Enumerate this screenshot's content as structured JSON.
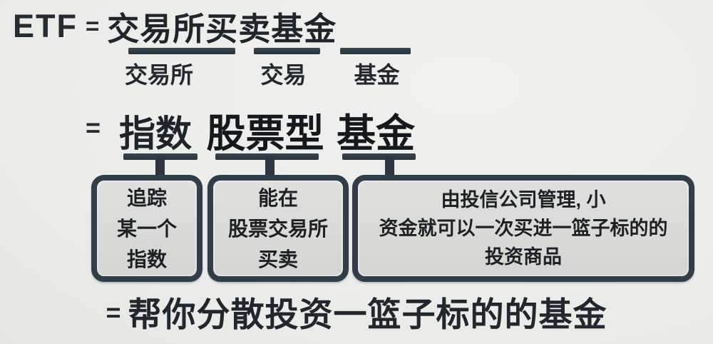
{
  "colors": {
    "background": "#ecedea",
    "dark_slate": "#2c3741",
    "box_fill": "#d9dad7",
    "text_dark": "#1d2126"
  },
  "title": {
    "term": "ETF",
    "equals": "=",
    "definition": "交易所买卖基金"
  },
  "breakdown": {
    "labels": [
      "交易所",
      "交易",
      "基金"
    ]
  },
  "equation": {
    "equals": "=",
    "terms": [
      "指数",
      "股票型",
      "基金"
    ]
  },
  "boxes": [
    {
      "lines": [
        "追踪",
        "某一个",
        "指数"
      ]
    },
    {
      "lines": [
        "能在",
        "股票交易所",
        "买卖"
      ]
    },
    {
      "lines": [
        "由投信公司管理, 小",
        "资金就可以一次买进一篮子标的的",
        "投资商品"
      ]
    }
  ],
  "conclusion": {
    "equals": "=",
    "text": "帮你分散投资一篮子标的的基金"
  }
}
